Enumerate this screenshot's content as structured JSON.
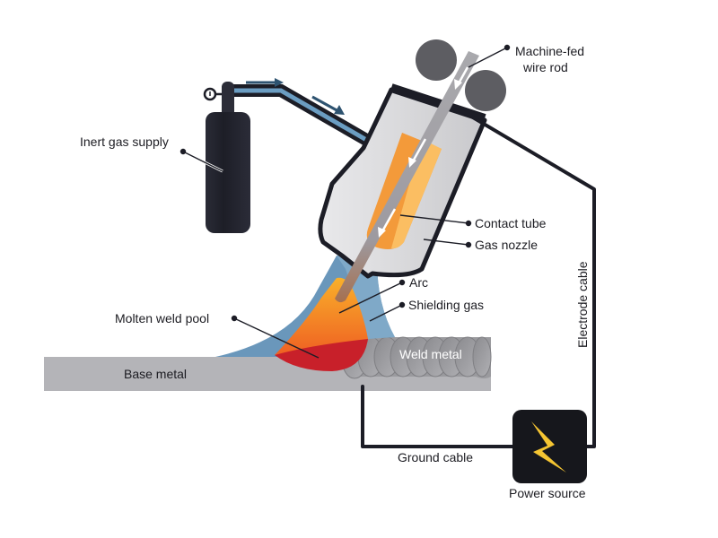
{
  "title": "Gas metal arc welding diagram",
  "labels": {
    "machine_fed_wire_rod": [
      "Machine-fed",
      "wire rod"
    ],
    "inert_gas_supply": "Inert gas supply",
    "contact_tube": "Contact tube",
    "gas_nozzle": "Gas nozzle",
    "electrode_cable": "Electrode cable",
    "arc": "Arc",
    "shielding_gas": "Shielding gas",
    "molten_weld_pool": "Molten weld pool",
    "weld_metal": "Weld metal",
    "base_metal": "Base metal",
    "ground_cable": "Ground cable",
    "power_source": "Power source"
  },
  "colors": {
    "dark": "#1c1d26",
    "gas_blue": "#6b9dc2",
    "shield_blue": "#5b8bb0",
    "nozzle_gray": "#d8d8da",
    "contact_orange": "#f39a3a",
    "arc_orange": "#f07a22",
    "pool_red": "#c8202a",
    "metal_gray": "#b4b4b8",
    "bolt_yellow": "#f5c532"
  }
}
